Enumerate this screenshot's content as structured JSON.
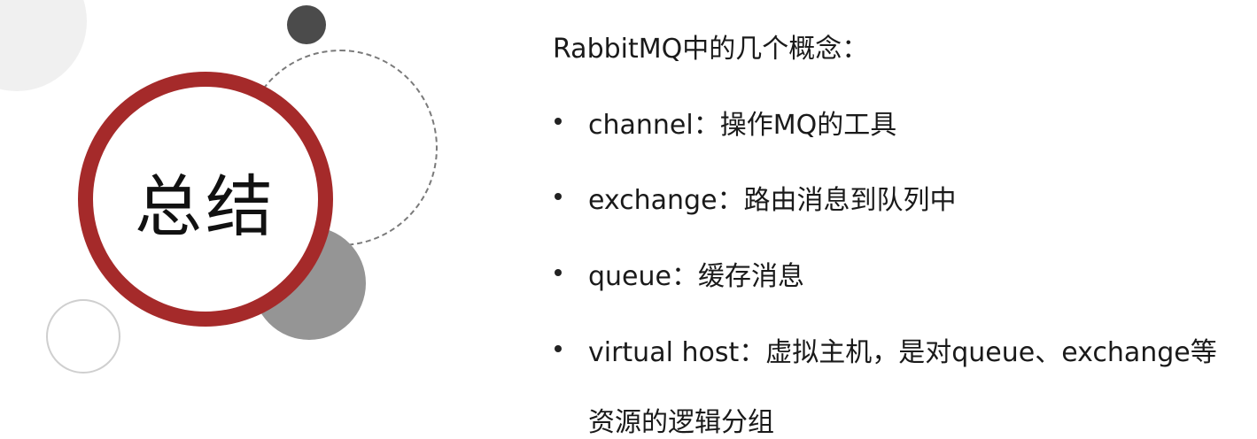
{
  "summary": {
    "title": "总结"
  },
  "content": {
    "heading": "RabbitMQ中的几个概念：",
    "bullets": [
      {
        "text": "channel：操作MQ的工具"
      },
      {
        "text": "exchange：路由消息到队列中"
      },
      {
        "text": "queue：缓存消息"
      },
      {
        "text": "virtual host：虚拟主机，是对queue、exchange等",
        "continuation": "资源的逻辑分组"
      }
    ]
  },
  "colors": {
    "accent_ring": "#a52a2a",
    "dark_circle": "#4b4b4b",
    "gray_circle": "#959595",
    "light_circle": "#f0f0f0"
  }
}
